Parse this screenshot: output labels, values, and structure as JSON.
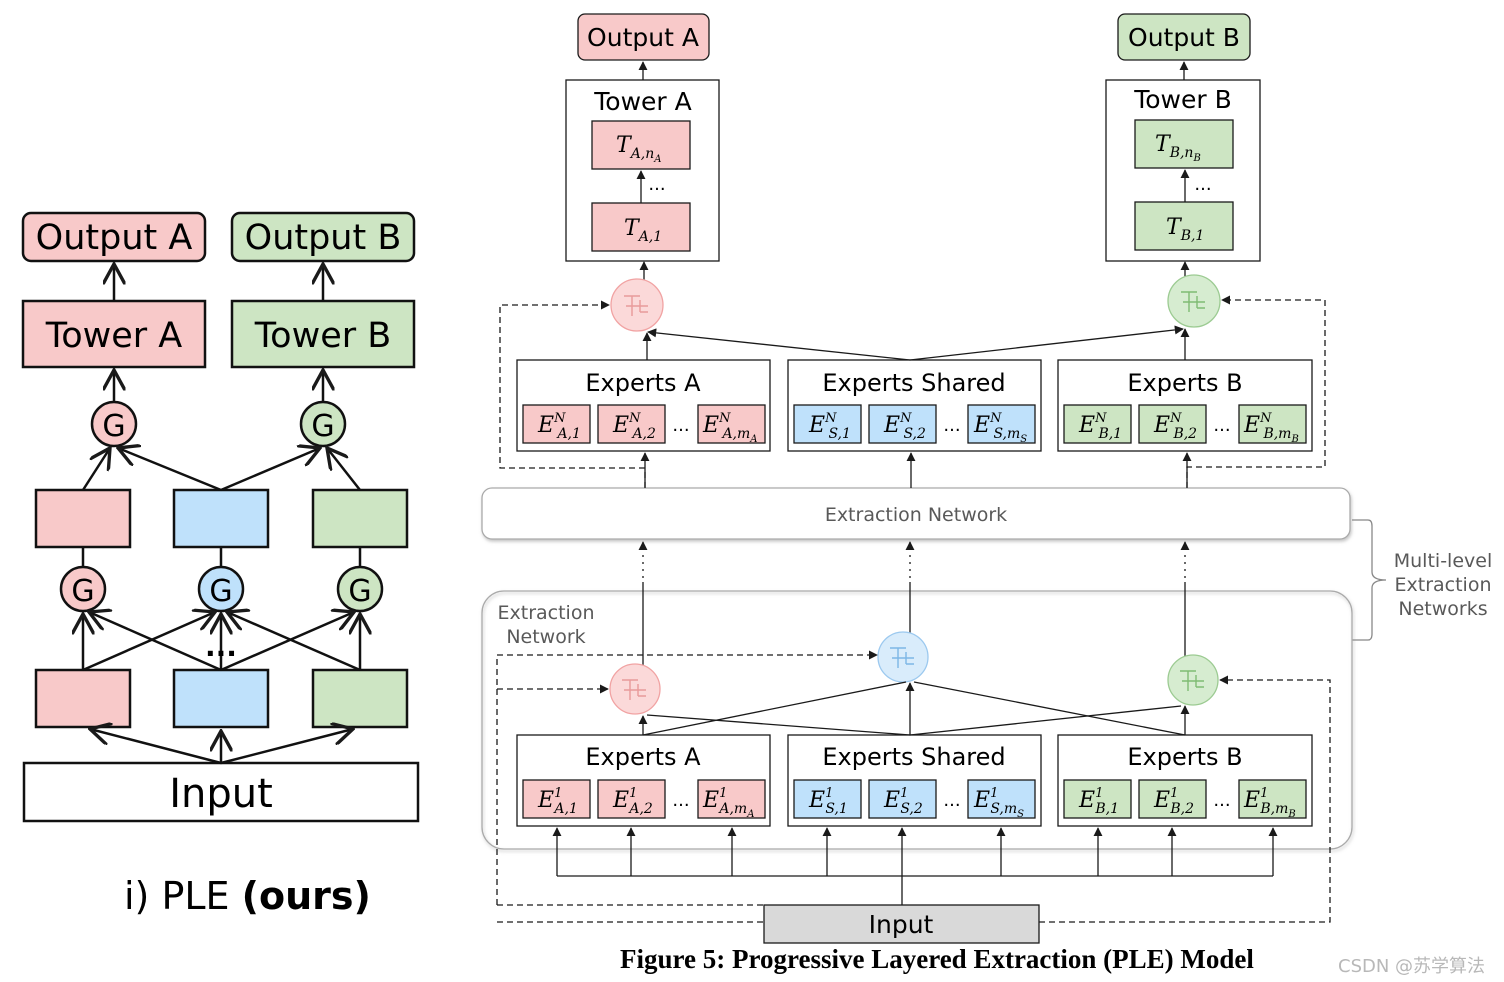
{
  "colors": {
    "pink": "#f8c9c9",
    "blue": "#bfe1fb",
    "green": "#cde5c3",
    "input_gray": "#d9d9d9",
    "stroke": "#1a1a1a",
    "muted_text": "#595959"
  },
  "left_panel": {
    "output_a": "Output A",
    "output_b": "Output B",
    "tower_a": "Tower A",
    "tower_b": "Tower B",
    "gate": "G",
    "ellipsis": "...",
    "input": "Input",
    "caption_prefix": "i) PLE",
    "caption_bold": "(ours)"
  },
  "right_panel": {
    "output_a": "Output A",
    "output_b": "Output B",
    "tower_a_title": "Tower A",
    "tower_b_title": "Tower B",
    "tower_a_top": "T",
    "tower_a_top_sub": "A,n",
    "tower_a_top_subsub": "A",
    "tower_a_bottom": "T",
    "tower_a_bottom_sub": "A,1",
    "tower_b_top": "T",
    "tower_b_top_sub": "B,n",
    "tower_b_top_subsub": "B",
    "tower_b_bottom": "T",
    "tower_b_bottom_sub": "B,1",
    "tower_ellipsis": "...",
    "experts_a": "Experts A",
    "experts_shared": "Experts Shared",
    "experts_b": "Experts B",
    "expert_letter": "E",
    "level_n": "N",
    "level_1": "1",
    "experts_a_subs": [
      "A,1",
      "A,2",
      "A,m"
    ],
    "experts_s_subs": [
      "S,1",
      "S,2",
      "S,m"
    ],
    "experts_b_subs": [
      "B,1",
      "B,2",
      "B,m"
    ],
    "experts_a_subsub": "A",
    "experts_s_subsub": "S",
    "experts_b_subsub": "B",
    "experts_ellipsis": "...",
    "extraction_network": "Extraction Network",
    "extraction_network_inner_line1": "Extraction",
    "extraction_network_inner_line2": "Network",
    "multi_level_line1": "Multi-level",
    "multi_level_line2": "Extraction",
    "multi_level_line3": "Networks",
    "input": "Input",
    "figure_caption": "Figure 5: Progressive Layered Extraction (PLE) Model",
    "watermark": "CSDN @苏学算法"
  }
}
